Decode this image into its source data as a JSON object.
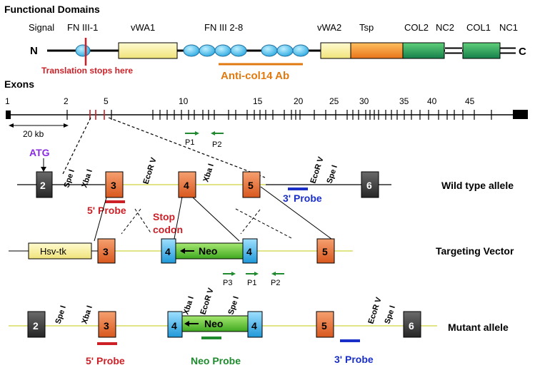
{
  "header": {
    "functional_domains": "Functional Domains",
    "exons": "Exons"
  },
  "protein": {
    "n_term": "N",
    "c_term": "C",
    "domains": {
      "signal": "Signal",
      "fn3_1": "FN III-1",
      "vwa1": "vWA1",
      "fn3_2_8": "FN III 2-8",
      "vwa2": "vWA2",
      "tsp": "Tsp",
      "col2": "COL2",
      "nc2": "NC2",
      "col1": "COL1",
      "nc1": "NC1"
    },
    "translation_stop": "Translation stops here",
    "antibody": "Anti-col14 Ab"
  },
  "gene_map": {
    "exon_numbers": [
      "1",
      "2",
      "5",
      "10",
      "15",
      "20",
      "25",
      "30",
      "35",
      "40",
      "45"
    ],
    "scale": "20 kb"
  },
  "primers": {
    "p1": "P1",
    "p2": "P2",
    "p3": "P3"
  },
  "atg": "ATG",
  "enzymes": {
    "spe": "Spe I",
    "xba": "Xba I",
    "ecorv": "EcoR V"
  },
  "wild_type": {
    "label": "Wild type allele",
    "exons": [
      "2",
      "3",
      "4",
      "5",
      "6"
    ],
    "probe5": "5' Probe",
    "probe3": "3' Probe",
    "stop_codon_line1": "Stop",
    "stop_codon_line2": "codon"
  },
  "targeting": {
    "label": "Targeting Vector",
    "hsvtk": "Hsv-tk",
    "exons": [
      "3",
      "4",
      "4",
      "5"
    ],
    "neo": "Neo"
  },
  "mutant": {
    "label": "Mutant allele",
    "exons": [
      "2",
      "3",
      "4",
      "4",
      "5",
      "6"
    ],
    "neo": "Neo",
    "probe5": "5' Probe",
    "neo_probe": "Neo  Probe",
    "probe3": "3' Probe"
  },
  "colors": {
    "red": "#cc1f26",
    "blue": "#1a2ec8",
    "green": "#1f8a2e",
    "orange": "#e07a10",
    "purple": "#8a2be2",
    "exon_orange": "#e8743a",
    "exon_black": "#3a3a3a",
    "exon_blue": "#3bb0e0"
  },
  "icons": [
    "arrow-left-icon",
    "arrow-right-icon",
    "arrow-down-icon"
  ]
}
